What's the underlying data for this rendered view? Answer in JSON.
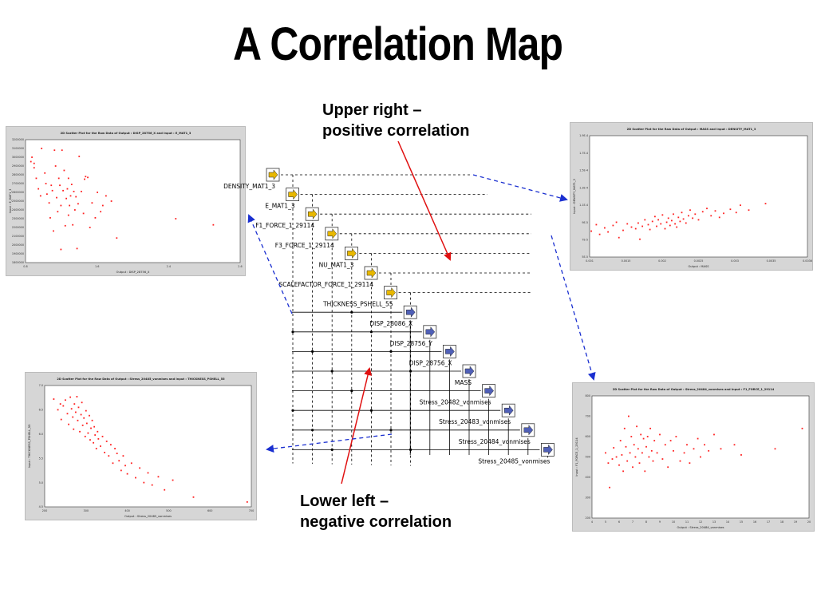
{
  "slide": {
    "title": "A Correlation Map",
    "callout_upper_right": [
      "Upper right –",
      "positive correlation"
    ],
    "callout_lower_left": [
      "Lower left –",
      "negative correlation"
    ]
  },
  "network": {
    "nodes": [
      {
        "label": "DENSITY_MAT1_3",
        "kind": "input"
      },
      {
        "label": "E_MAT1_3",
        "kind": "input"
      },
      {
        "label": "F1_FORCE_1_29114",
        "kind": "input"
      },
      {
        "label": "F3_FORCE_1_29114",
        "kind": "input"
      },
      {
        "label": "NU_MAT1_3",
        "kind": "input"
      },
      {
        "label": "SCALEFACTOR_FORCE_1_29114",
        "kind": "input"
      },
      {
        "label": "THICKNESS_PSHELL_55",
        "kind": "input"
      },
      {
        "label": "DISP_28086_X",
        "kind": "output"
      },
      {
        "label": "DISP_28756_Y",
        "kind": "output"
      },
      {
        "label": "DISP_28756_X",
        "kind": "output"
      },
      {
        "label": "MASS",
        "kind": "output"
      },
      {
        "label": "Stress_20482_vonmises",
        "kind": "output"
      },
      {
        "label": "Stress_20483_vonmises",
        "kind": "output"
      },
      {
        "label": "Stress_20484_vonmises",
        "kind": "output"
      },
      {
        "label": "Stress_20485_vonmises",
        "kind": "output"
      }
    ]
  },
  "colors": {
    "input_icon": "#e8b800",
    "output_icon": "#5060b8",
    "callout_arrow": "#e01010",
    "dashed_arrow": "#1a2fd0",
    "scatter_point": "#ff2020"
  },
  "chart_data": [
    {
      "type": "scatter",
      "title": "2D Scatter Plot for the Raw Data of Output : DISP_28756_X and Input : E_MAT1_3",
      "xlabel": "Output : DISP_28756_X",
      "ylabel": "Input : E_MAT1_3",
      "xlim": [
        0.6,
        2.6
      ],
      "ylim": [
        1800000,
        3200000
      ],
      "xticks": [
        "0.8",
        "1.6",
        "2.4",
        "2.6"
      ],
      "yticks": [
        "3200000",
        "3100000",
        "3000000",
        "2900000",
        "2800000",
        "2700000",
        "2600000",
        "2500000",
        "2400000",
        "2300000",
        "2200000",
        "2100000",
        "2000000",
        "1900000",
        "1800000"
      ],
      "points": [
        [
          0.65,
          2950000
        ],
        [
          0.66,
          3000000
        ],
        [
          0.68,
          2930000
        ],
        [
          0.68,
          2880000
        ],
        [
          0.7,
          2760000
        ],
        [
          0.72,
          2640000
        ],
        [
          0.74,
          2560000
        ],
        [
          0.75,
          3100000
        ],
        [
          0.78,
          2820000
        ],
        [
          0.79,
          2700000
        ],
        [
          0.8,
          2580000
        ],
        [
          0.82,
          2480000
        ],
        [
          0.83,
          2310000
        ],
        [
          0.84,
          2680000
        ],
        [
          0.85,
          2620000
        ],
        [
          0.86,
          2160000
        ],
        [
          0.87,
          3080000
        ],
        [
          0.88,
          2900000
        ],
        [
          0.89,
          2540000
        ],
        [
          0.9,
          2380000
        ],
        [
          0.91,
          2760000
        ],
        [
          0.92,
          2680000
        ],
        [
          0.93,
          2450000
        ],
        [
          0.93,
          1950000
        ],
        [
          0.94,
          3080000
        ],
        [
          0.95,
          2620000
        ],
        [
          0.96,
          2850000
        ],
        [
          0.97,
          2220000
        ],
        [
          0.98,
          2530000
        ],
        [
          0.99,
          2640000
        ],
        [
          1.0,
          2340000
        ],
        [
          1.0,
          2760000
        ],
        [
          1.01,
          2450000
        ],
        [
          1.02,
          2560000
        ],
        [
          1.03,
          2690000
        ],
        [
          1.04,
          2230000
        ],
        [
          1.05,
          2610000
        ],
        [
          1.06,
          2400000
        ],
        [
          1.07,
          2550000
        ],
        [
          1.08,
          1960000
        ],
        [
          1.09,
          2470000
        ],
        [
          1.1,
          3010000
        ],
        [
          1.12,
          2610000
        ],
        [
          1.14,
          2360000
        ],
        [
          1.15,
          2750000
        ],
        [
          1.16,
          2780000
        ],
        [
          1.18,
          2770000
        ],
        [
          1.2,
          2200000
        ],
        [
          1.22,
          2480000
        ],
        [
          1.25,
          2310000
        ],
        [
          1.27,
          2600000
        ],
        [
          1.3,
          2380000
        ],
        [
          1.32,
          2450000
        ],
        [
          1.35,
          2560000
        ],
        [
          1.4,
          2500000
        ],
        [
          1.45,
          2080000
        ],
        [
          2.0,
          2300000
        ],
        [
          2.35,
          2230000
        ]
      ]
    },
    {
      "type": "scatter",
      "title": "2D Scatter Plot for the Raw Data of Output : MASS and Input : DENSITY_MAT1_3",
      "xlabel": "Output : MASS",
      "ylabel": "Input : DENSITY_MAT1_3",
      "xlim": [
        0.001,
        0.0036
      ],
      "ylim": [
        4e-05,
        0.00019
      ],
      "xticks": [
        "0.001",
        "0.0015",
        "0.002",
        "0.0025",
        "0.003",
        "0.0035",
        "0.0036"
      ],
      "yticks": [
        "1.9E-4",
        "1.7E-4",
        "1.5E-4",
        "1.3E-4",
        "1.1E-4",
        "9E-5",
        "7E-5",
        "5E-5"
      ],
      "points": [
        [
          0.00102,
          7.2e-05
        ],
        [
          0.00108,
          8e-05
        ],
        [
          0.00112,
          6.8e-05
        ],
        [
          0.00118,
          7.6e-05
        ],
        [
          0.00122,
          7.1e-05
        ],
        [
          0.00128,
          7.9e-05
        ],
        [
          0.00132,
          8.3e-05
        ],
        [
          0.00135,
          6.4e-05
        ],
        [
          0.0014,
          7.3e-05
        ],
        [
          0.00145,
          8.1e-05
        ],
        [
          0.0015,
          7.7e-05
        ],
        [
          0.00155,
          7.5e-05
        ],
        [
          0.00158,
          8.2e-05
        ],
        [
          0.0016,
          6.2e-05
        ],
        [
          0.00163,
          7.8e-05
        ],
        [
          0.00166,
          8.6e-05
        ],
        [
          0.0017,
          8e-05
        ],
        [
          0.00172,
          7.4e-05
        ],
        [
          0.00175,
          8.4e-05
        ],
        [
          0.00178,
          9e-05
        ],
        [
          0.0018,
          7.8e-05
        ],
        [
          0.00182,
          8.6e-05
        ],
        [
          0.00185,
          8.1e-05
        ],
        [
          0.00187,
          9.2e-05
        ],
        [
          0.0019,
          7.5e-05
        ],
        [
          0.00192,
          8.3e-05
        ],
        [
          0.00194,
          8.8e-05
        ],
        [
          0.00196,
          7.9e-05
        ],
        [
          0.00198,
          8.5e-05
        ],
        [
          0.002,
          9.3e-05
        ],
        [
          0.00202,
          8.1e-05
        ],
        [
          0.00204,
          7.7e-05
        ],
        [
          0.00206,
          8.9e-05
        ],
        [
          0.00208,
          8.4e-05
        ],
        [
          0.0021,
          9.5e-05
        ],
        [
          0.00212,
          8.7e-05
        ],
        [
          0.00215,
          8.2e-05
        ],
        [
          0.00218,
          9.1e-05
        ],
        [
          0.0022,
          9.8e-05
        ],
        [
          0.00223,
          8.8e-05
        ],
        [
          0.00226,
          9.3e-05
        ],
        [
          0.0023,
          8.6e-05
        ],
        [
          0.00235,
          9.6e-05
        ],
        [
          0.0024,
          0.0001
        ],
        [
          0.00245,
          9.1e-05
        ],
        [
          0.0025,
          9.7e-05
        ],
        [
          0.00255,
          8.9e-05
        ],
        [
          0.0026,
          9.4e-05
        ],
        [
          0.00268,
          9.9e-05
        ],
        [
          0.00275,
          9.5e-05
        ],
        [
          0.0028,
          0.000104
        ],
        [
          0.0029,
          9.8e-05
        ],
        [
          0.0031,
          0.000106
        ]
      ]
    },
    {
      "type": "scatter",
      "title": "2D Scatter Plot for the Raw Data of Output : Stress_20485_vonmises and Input : THICKNESS_PSHELL_55",
      "xlabel": "Output : Stress_20485_vonmises",
      "ylabel": "Input : THICKNESS_PSHELL_55",
      "xlim": [
        200,
        700
      ],
      "ylim": [
        4.5,
        7.0
      ],
      "xticks": [
        "200",
        "300",
        "400",
        "500",
        "600",
        "700"
      ],
      "yticks": [
        "7.0",
        "6.5",
        "6.0",
        "5.5",
        "5.0",
        "4.5"
      ],
      "points": [
        [
          222,
          6.72
        ],
        [
          232,
          6.5
        ],
        [
          238,
          6.62
        ],
        [
          240,
          6.3
        ],
        [
          245,
          6.58
        ],
        [
          250,
          6.7
        ],
        [
          255,
          6.42
        ],
        [
          258,
          6.2
        ],
        [
          262,
          6.76
        ],
        [
          265,
          6.52
        ],
        [
          268,
          6.35
        ],
        [
          270,
          6.1
        ],
        [
          272,
          6.62
        ],
        [
          275,
          6.45
        ],
        [
          278,
          6.77
        ],
        [
          280,
          6.28
        ],
        [
          282,
          6.55
        ],
        [
          285,
          6.05
        ],
        [
          288,
          6.4
        ],
        [
          290,
          6.65
        ],
        [
          292,
          6.18
        ],
        [
          295,
          6.33
        ],
        [
          298,
          5.95
        ],
        [
          300,
          6.48
        ],
        [
          302,
          6.22
        ],
        [
          305,
          6.02
        ],
        [
          308,
          6.38
        ],
        [
          310,
          5.88
        ],
        [
          312,
          6.12
        ],
        [
          315,
          6.28
        ],
        [
          318,
          5.82
        ],
        [
          320,
          6.15
        ],
        [
          322,
          5.98
        ],
        [
          325,
          5.7
        ],
        [
          328,
          6.05
        ],
        [
          330,
          5.9
        ],
        [
          335,
          5.75
        ],
        [
          340,
          5.95
        ],
        [
          345,
          5.62
        ],
        [
          350,
          5.85
        ],
        [
          355,
          5.55
        ],
        [
          360,
          5.78
        ],
        [
          365,
          5.4
        ],
        [
          370,
          5.7
        ],
        [
          375,
          5.6
        ],
        [
          380,
          5.45
        ],
        [
          385,
          5.25
        ],
        [
          390,
          5.55
        ],
        [
          395,
          5.35
        ],
        [
          400,
          5.18
        ],
        [
          410,
          5.4
        ],
        [
          420,
          5.1
        ],
        [
          430,
          5.3
        ],
        [
          440,
          5.0
        ],
        [
          450,
          5.2
        ],
        [
          460,
          4.95
        ],
        [
          475,
          5.12
        ],
        [
          490,
          4.85
        ],
        [
          510,
          5.05
        ],
        [
          560,
          4.7
        ],
        [
          690,
          4.6
        ]
      ]
    },
    {
      "type": "scatter",
      "title": "2D Scatter Plot for the Raw Data of Output : Stress_20484_vonmises and Input : F1_FORCE_1_29114",
      "xlabel": "Output : Stress_20484_vonmises",
      "ylabel": "Input : F1_FORCE_1_29114",
      "xlim": [
        4,
        20
      ],
      "ylim": [
        200,
        800
      ],
      "xticks": [
        "4",
        "5",
        "6",
        "7",
        "8",
        "9",
        "10",
        "11",
        "12",
        "13",
        "14",
        "15",
        "16",
        "17",
        "18",
        "19",
        "20"
      ],
      "yticks": [
        "800",
        "700",
        "600",
        "500",
        "400",
        "300",
        "200"
      ],
      "points": [
        [
          5.0,
          520
        ],
        [
          5.2,
          470
        ],
        [
          5.3,
          350
        ],
        [
          5.5,
          490
        ],
        [
          5.6,
          545
        ],
        [
          5.8,
          500
        ],
        [
          6.0,
          460
        ],
        [
          6.1,
          580
        ],
        [
          6.2,
          510
        ],
        [
          6.3,
          430
        ],
        [
          6.4,
          640
        ],
        [
          6.5,
          550
        ],
        [
          6.6,
          480
        ],
        [
          6.7,
          700
        ],
        [
          6.8,
          520
        ],
        [
          6.9,
          600
        ],
        [
          7.0,
          450
        ],
        [
          7.1,
          560
        ],
        [
          7.2,
          500
        ],
        [
          7.3,
          650
        ],
        [
          7.4,
          540
        ],
        [
          7.5,
          470
        ],
        [
          7.6,
          610
        ],
        [
          7.7,
          520
        ],
        [
          7.8,
          590
        ],
        [
          7.9,
          430
        ],
        [
          8.0,
          550
        ],
        [
          8.1,
          600
        ],
        [
          8.2,
          500
        ],
        [
          8.3,
          640
        ],
        [
          8.4,
          530
        ],
        [
          8.5,
          480
        ],
        [
          8.6,
          580
        ],
        [
          8.8,
          520
        ],
        [
          9.0,
          610
        ],
        [
          9.2,
          490
        ],
        [
          9.4,
          560
        ],
        [
          9.6,
          450
        ],
        [
          9.8,
          580
        ],
        [
          10.0,
          530
        ],
        [
          10.2,
          600
        ],
        [
          10.5,
          480
        ],
        [
          10.8,
          520
        ],
        [
          11.0,
          560
        ],
        [
          11.2,
          470
        ],
        [
          11.5,
          540
        ],
        [
          11.8,
          590
        ],
        [
          12.0,
          500
        ],
        [
          12.3,
          560
        ],
        [
          12.6,
          530
        ],
        [
          13.0,
          610
        ],
        [
          13.5,
          540
        ],
        [
          14.5,
          560
        ],
        [
          15.0,
          510
        ],
        [
          17.5,
          540
        ],
        [
          19.5,
          640
        ]
      ]
    }
  ]
}
